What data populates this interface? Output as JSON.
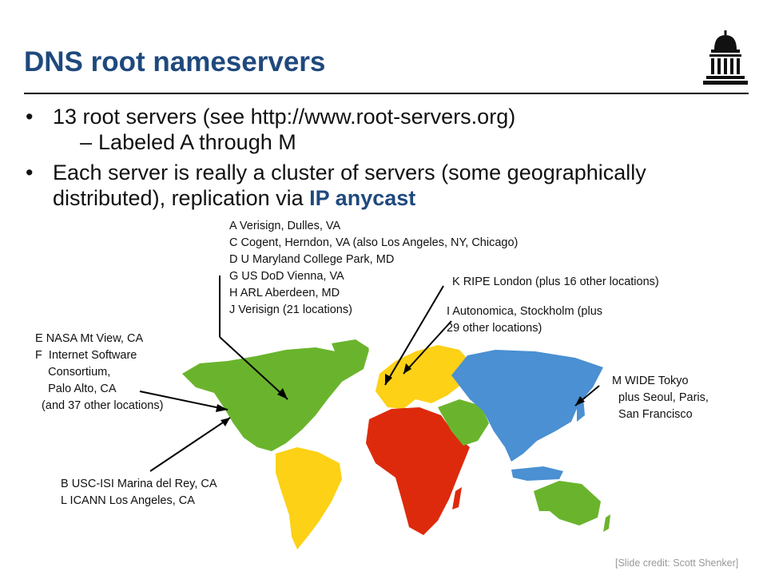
{
  "slide": {
    "title": "DNS root nameservers",
    "bullet1": "13 root servers (see http://www.root-servers.org)",
    "sub_bullet": "Labeled A through M",
    "bullet3_prefix": "Each server is really a cluster of servers (some geographically distributed), replication via ",
    "bullet3_accent": "IP anycast",
    "credit": "[Slide credit: Scott Shenker]"
  },
  "labels": {
    "us_east": "A Verisign, Dulles, VA\nC Cogent, Herndon, VA (also Los Angeles, NY, Chicago)\nD U Maryland College Park, MD\nG US DoD Vienna, VA\nH ARL Aberdeen, MD\nJ Verisign (21 locations)",
    "ripe": "K RIPE London (plus 16 other locations)",
    "autonomica": "I Autonomica, Stockholm (plus\n29 other locations)",
    "nasa": "E NASA Mt View, CA\nF  Internet Software\n    Consortium,\n    Palo Alto, CA\n  (and 37 other locations)",
    "wide": "M WIDE Tokyo\n  plus Seoul, Paris,\n  San Francisco",
    "usc": "B USC-ISI Marina del Rey, CA\nL ICANN Los Angeles, CA"
  },
  "colors": {
    "title": "#1f497d",
    "north_america": "#6ab42d",
    "south_america": "#fcd116",
    "europe": "#fcd116",
    "africa": "#dd2a0c",
    "middle_east": "#6ab42d",
    "asia": "#4a90d2",
    "oceania": "#6ab42d"
  }
}
